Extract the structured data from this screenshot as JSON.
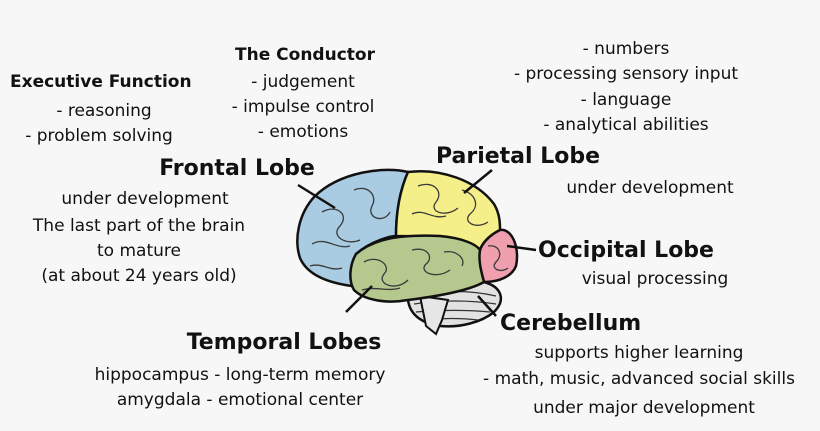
{
  "frontal": {
    "name": "Frontal Lobe",
    "status": "under development",
    "note_lines": [
      "The last part of the brain",
      "to mature",
      "(at about 24 years old)"
    ]
  },
  "executive": {
    "title": "Executive Function",
    "items": [
      "- reasoning",
      "- problem solving"
    ]
  },
  "conductor": {
    "title": "The Conductor",
    "items": [
      "- judgement",
      "- impulse control",
      "- emotions"
    ]
  },
  "parietal": {
    "name": "Parietal Lobe",
    "items": [
      "- numbers",
      "- processing sensory input",
      "- language",
      "- analytical abilities"
    ],
    "status": "under development"
  },
  "occipital": {
    "name": "Occipital Lobe",
    "function": "visual processing"
  },
  "cerebellum": {
    "name": "Cerebellum",
    "items": [
      "supports higher learning",
      "- math, music, advanced social skills"
    ],
    "status": "under major development"
  },
  "temporal": {
    "name": "Temporal Lobes",
    "items": [
      "hippocampus - long-term memory",
      "amygdala - emotional center"
    ]
  },
  "colors": {
    "frontal": "#a9cce3",
    "parietal": "#f5ef8a",
    "occipital": "#ef9fae",
    "temporal": "#b5c98e",
    "cerebellum": "#e2e2e2",
    "background": "#f7f7f7"
  }
}
